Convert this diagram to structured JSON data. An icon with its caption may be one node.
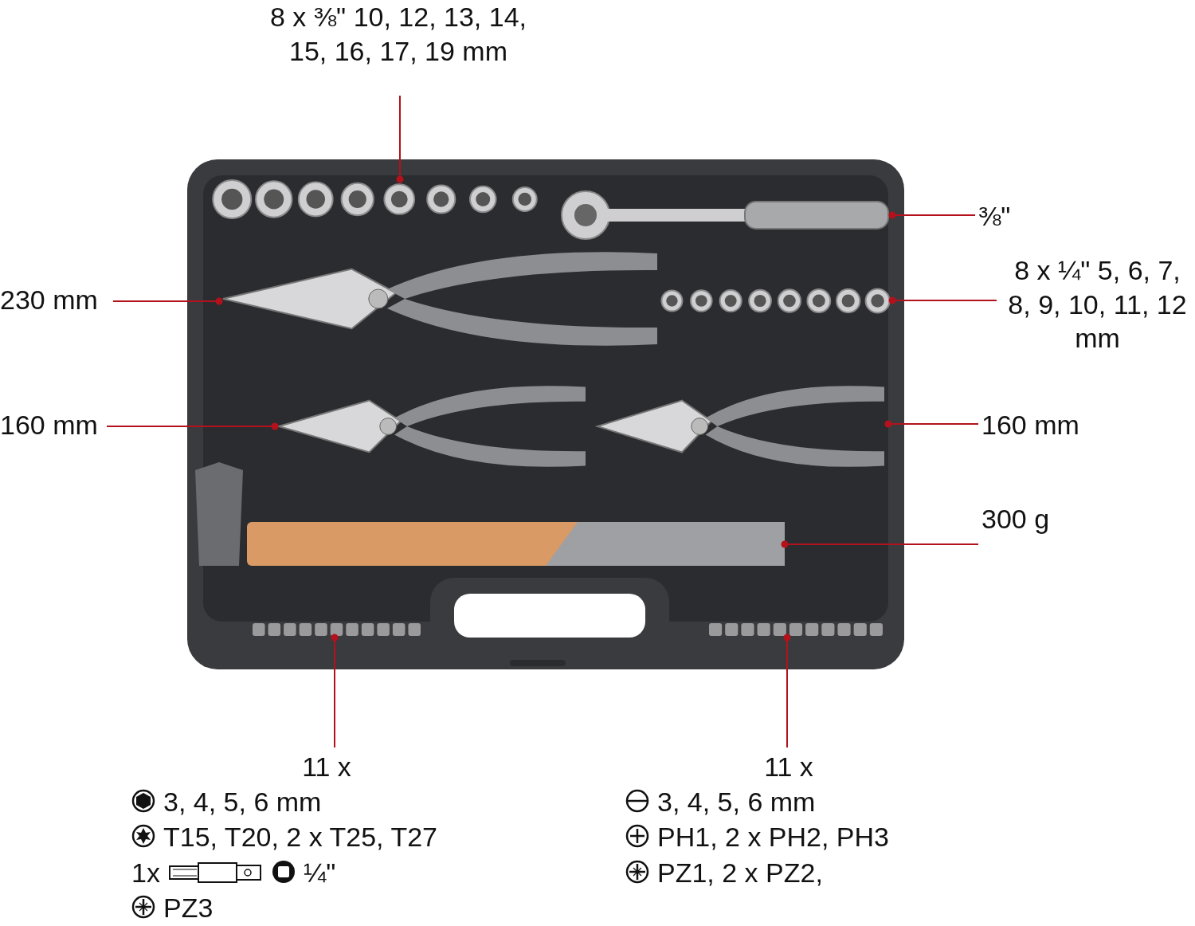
{
  "diagram": {
    "nodes": [
      {
        "text": [
          "8 x ⅜\" 10, 12, 13, 14, 15, 16, 17, 19 mm"
        ]
      },
      {
        "text": [
          "⅜\""
        ]
      },
      {
        "text": [
          "8 x ¼\" 5, 6, 7, 8, 9, 10, 11, 12 mm"
        ]
      },
      {
        "text": [
          "230 mm"
        ]
      },
      {
        "text": [
          "160 mm"
        ]
      },
      {
        "text": [
          "160 mm"
        ]
      },
      {
        "text": [
          "300 g"
        ]
      },
      {
        "text": [
          "11 x",
          "3, 4, 5, 6 mm",
          "T15, T20, 2 x T25, T27",
          "1x",
          "¼\"",
          "PZ3"
        ]
      },
      {
        "text": [
          "11 x",
          "3, 4, 5, 6 mm",
          "PH1, 2 x PH2, PH3",
          "PZ1, 2 x PZ2,"
        ]
      },
      {
        "text": [],
        "shape": "picture"
      },
      {
        "text": [],
        "shape": "picture"
      },
      {
        "text": [],
        "shape": "picture"
      },
      {
        "text": [],
        "shape": "picture"
      },
      {
        "text": [],
        "shape": "picture"
      },
      {
        "text": [],
        "shape": "picture"
      },
      {
        "text": [],
        "shape": "picture"
      },
      {
        "text": [],
        "shape": "picture"
      },
      {
        "text": [],
        "shape": "picture"
      }
    ],
    "edges": [
      {
        "from": 0,
        "to": 9,
        "arrow": "other"
      },
      {
        "from": 1,
        "to": 10,
        "arrow": "other"
      },
      {
        "from": 2,
        "to": 11,
        "arrow": "other"
      },
      {
        "from": 3,
        "to": 12,
        "arrow": "other"
      },
      {
        "from": 4,
        "to": 13,
        "arrow": "other"
      },
      {
        "from": 5,
        "to": 14,
        "arrow": "other"
      },
      {
        "from": 6,
        "to": 15,
        "arrow": "other"
      },
      {
        "from": 7,
        "to": 16,
        "arrow": "other"
      },
      {
        "from": 8,
        "to": 17,
        "arrow": "other"
      }
    ]
  }
}
